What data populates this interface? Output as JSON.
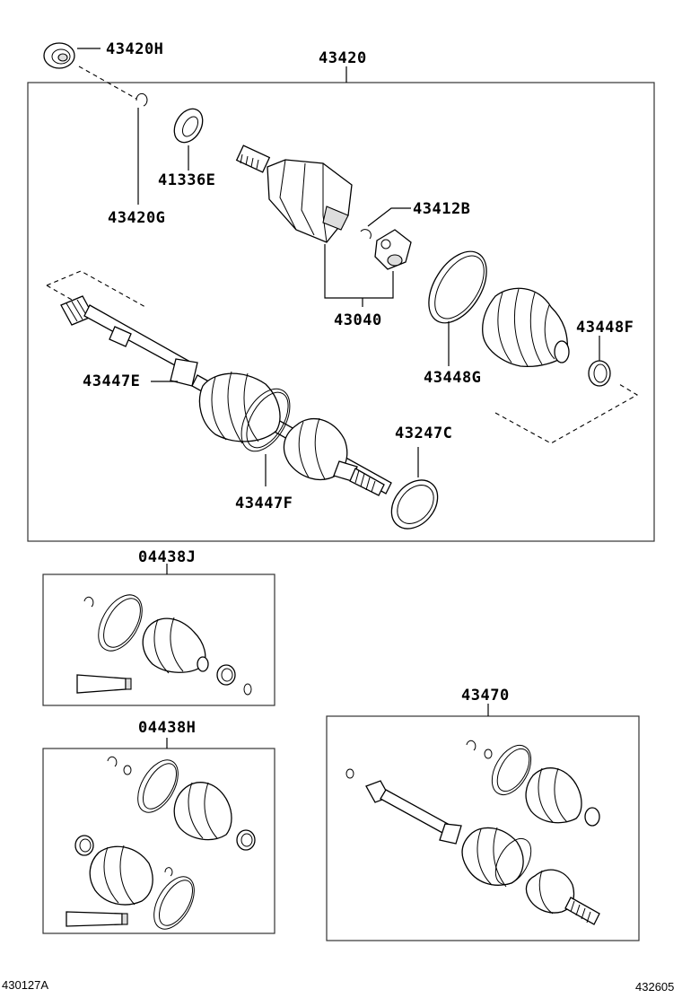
{
  "labels": {
    "seal_43420h": "43420H",
    "assembly_43420": "43420",
    "dust_41336e": "41336E",
    "snap_43420g": "43420G",
    "ring_43412b": "43412B",
    "joint_43040": "43040",
    "clamp_43448g": "43448G",
    "clamp_43448f": "43448F",
    "clamp_43447e": "43447E",
    "ring_43247c": "43247C",
    "clamp_43447f": "43447F",
    "kit_04438j": "04438J",
    "kit_04438h": "04438H",
    "shaft_43470": "43470"
  },
  "footer": {
    "left_code": "430127A",
    "right_code": "432605"
  }
}
